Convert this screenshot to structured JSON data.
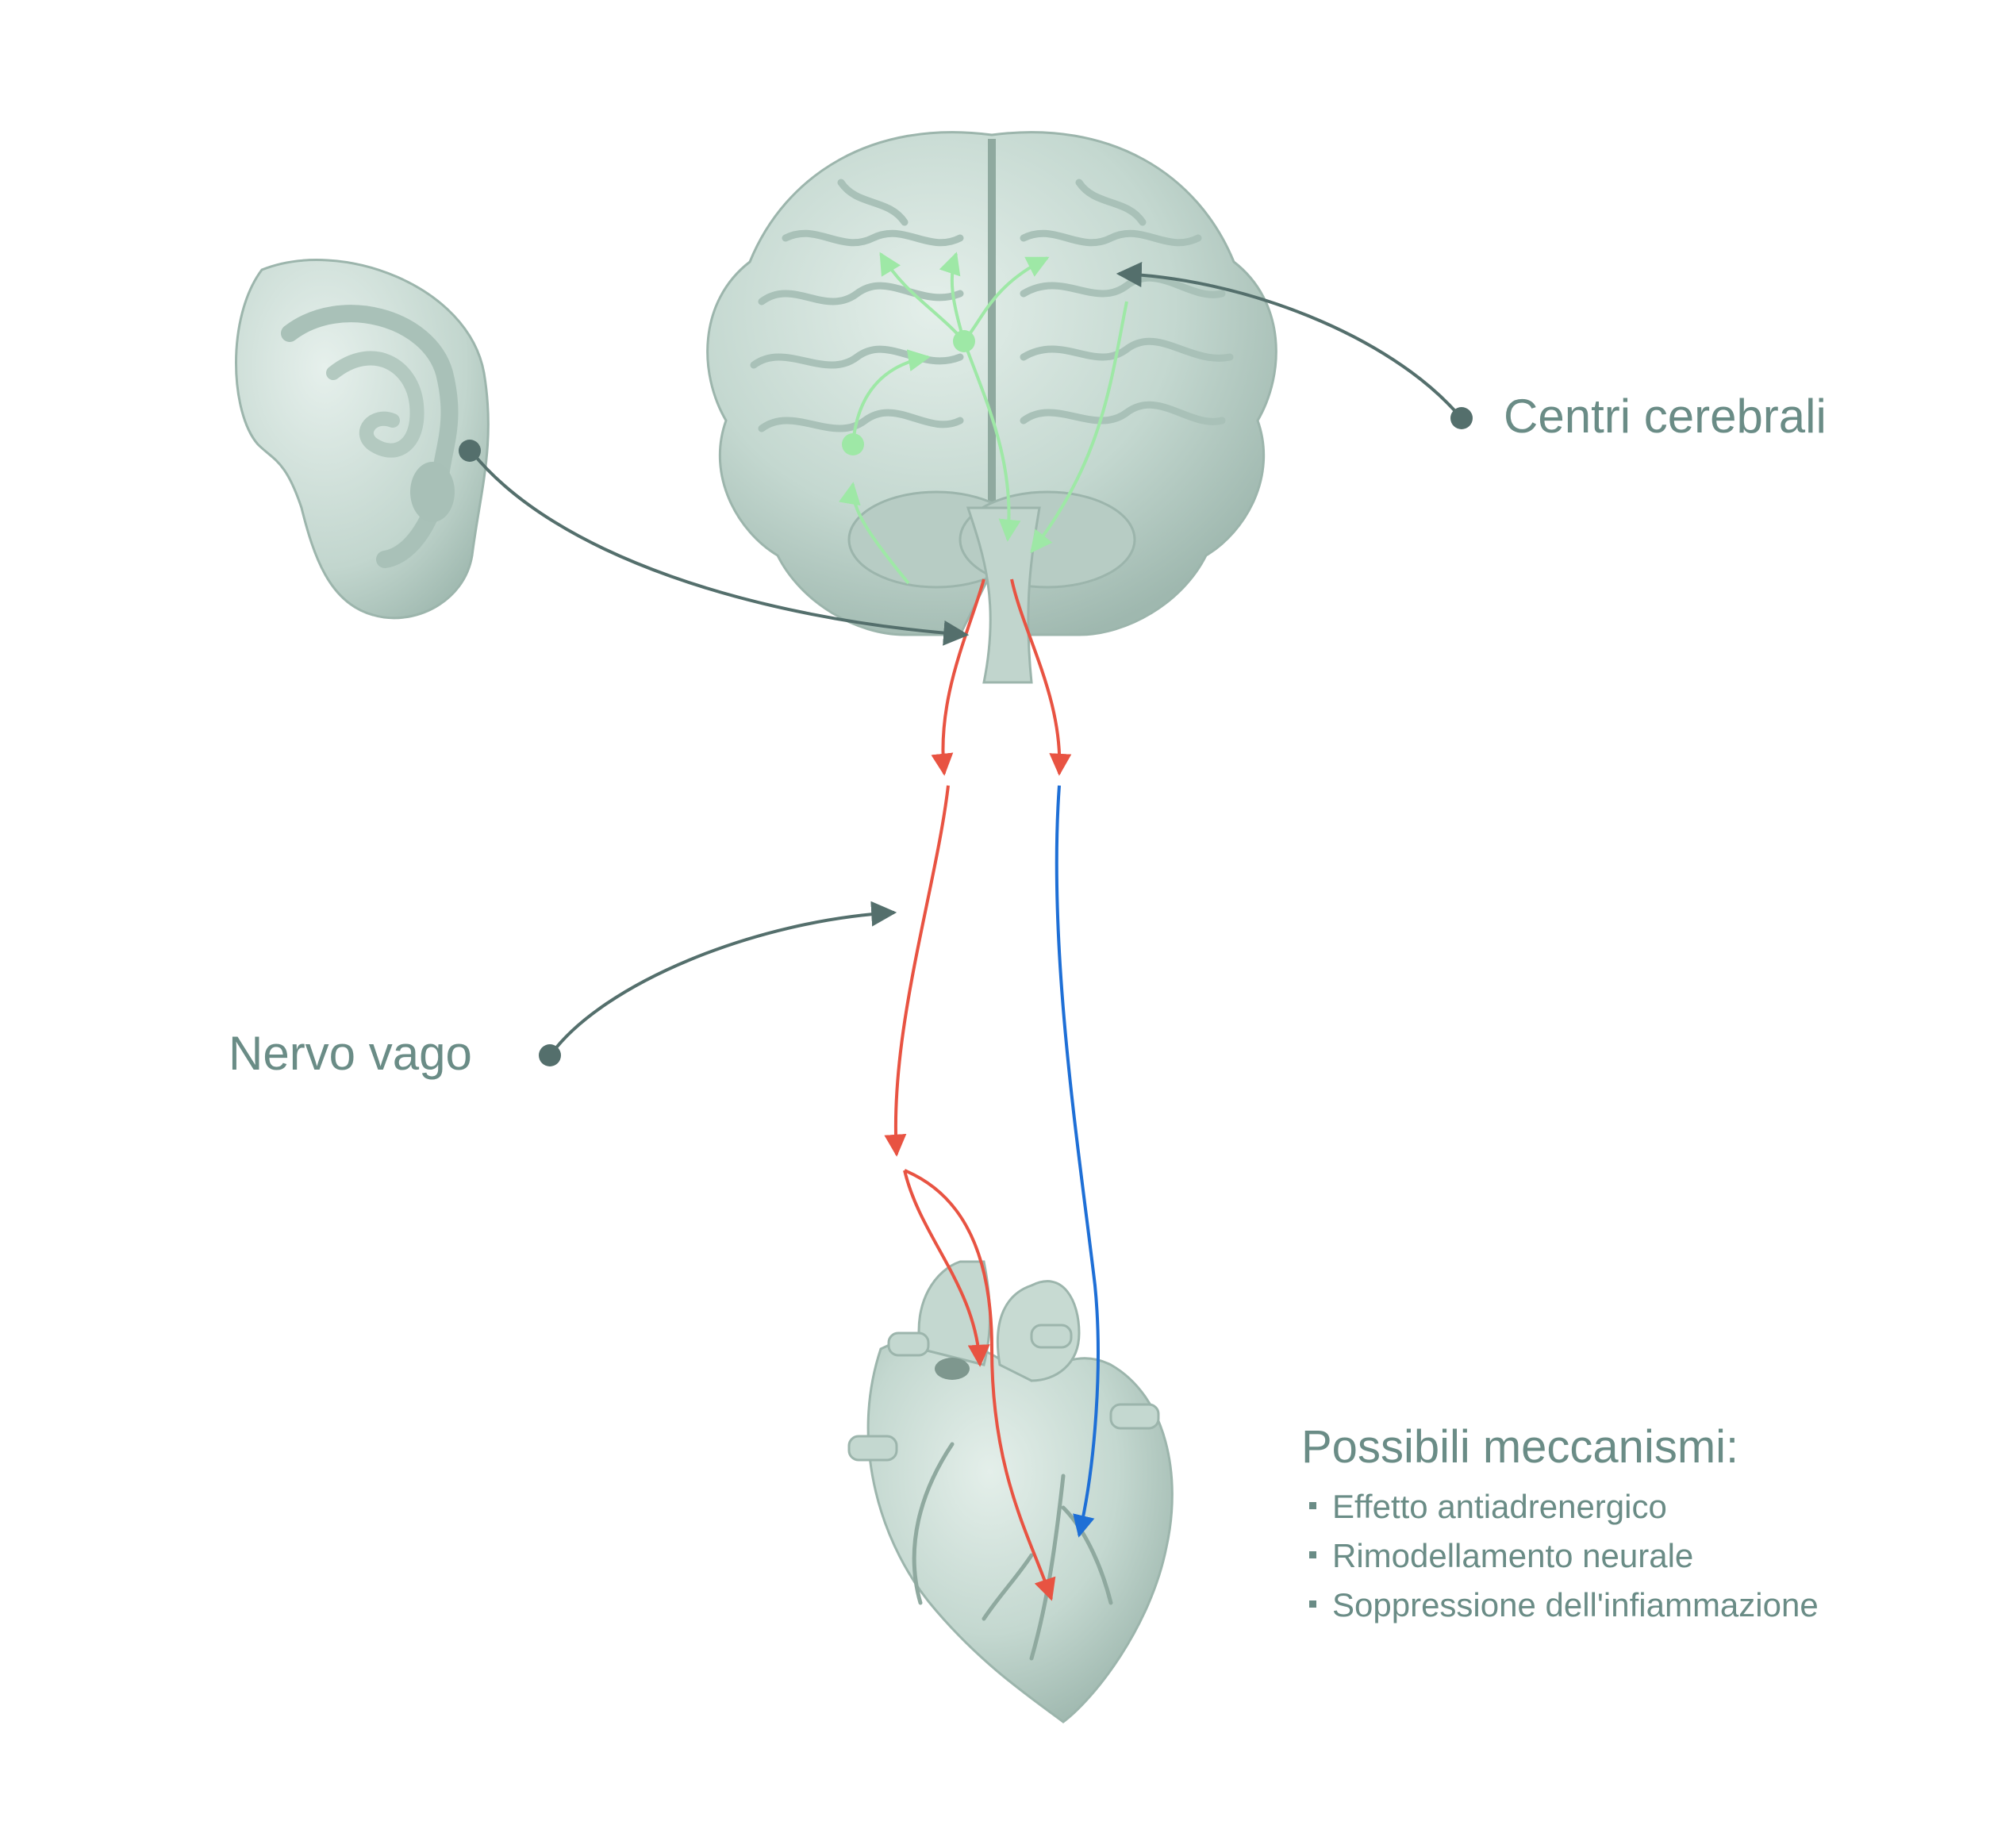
{
  "colors": {
    "organ": "#c9dcd5",
    "organ_dark": "#9fb8af",
    "organ_shadow": "#8aa69c",
    "label": "#6a8c86",
    "pointer": "#546f6c",
    "afferent": "#9ee8a6",
    "efferent": "#e85342",
    "blue": "#1e6fd6"
  },
  "labels": {
    "brain_centers": "Centri cerebrali",
    "vagus_nerve": "Nervo vago"
  },
  "mechanisms": {
    "title": "Possibili meccanismi:",
    "items": [
      "Effetto antiadrenergico",
      "Rimodellamento neurale",
      "Soppressione dell'infiammazione"
    ]
  }
}
